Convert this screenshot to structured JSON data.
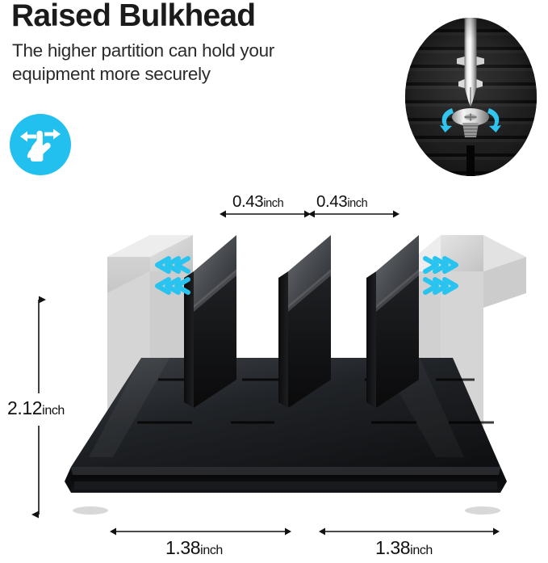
{
  "header": {
    "title": "Raised Bulkhead",
    "subtitle": "The higher partition can hold your equipment more securely"
  },
  "badge": {
    "icon": "adjustable-hand-icon",
    "color": "#21c0ef"
  },
  "inset": {
    "icon": "screwdriver-screw-photo",
    "rotation_icon": "rotate-arrows-icon",
    "accent_color": "#29c3f0"
  },
  "accent": {
    "cyan": "#29c3f0",
    "product_black": "#121212",
    "ghost_gray": "#cfcfcf"
  },
  "dimensions": {
    "slot_left": {
      "value": "0.43",
      "unit": "inch"
    },
    "slot_right": {
      "value": "0.43",
      "unit": "inch"
    },
    "height": {
      "value": "2.12",
      "unit": "inch"
    },
    "width_left": {
      "value": "1.38",
      "unit": "inch"
    },
    "width_right": {
      "value": "1.38",
      "unit": "inch"
    }
  },
  "product": {
    "name": "adjustable-partition-stand",
    "slide_hint_left": "slide-left-chevrons",
    "slide_hint_right": "slide-right-chevrons"
  }
}
